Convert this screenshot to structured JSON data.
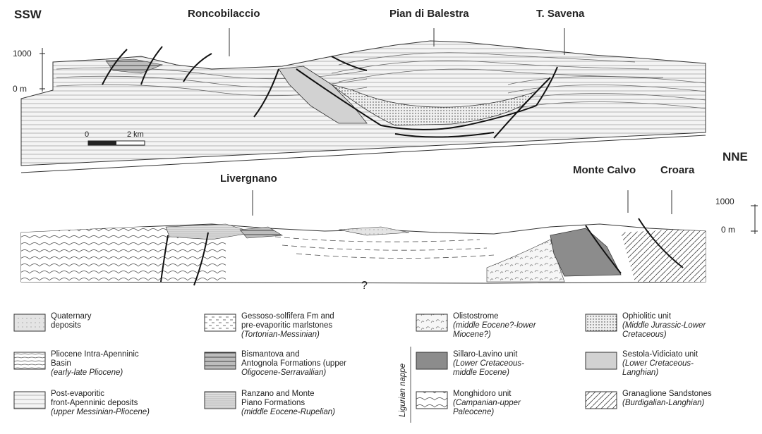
{
  "orientation": {
    "left": "SSW",
    "right": "NNE"
  },
  "places": {
    "roncobilaccio": "Roncobilaccio",
    "pian_di_balestra": "Pian di Balestra",
    "t_savena": "T. Savena",
    "livergnano": "Livergnano",
    "monte_calvo": "Monte Calvo",
    "croara": "Croara"
  },
  "scale": {
    "upper_top": "1000",
    "upper_bottom": "0 m",
    "lower_top": "1000",
    "lower_bottom": "0 m"
  },
  "scalebar": {
    "start": "0",
    "end": "2 km"
  },
  "unknown_mark": "?",
  "nappe_label": "Ligurian nappe",
  "legend": [
    {
      "line1": "Quaternary",
      "line2": "deposits",
      "line3": "",
      "pattern": "quaternary"
    },
    {
      "line1": "Pliocene Intra-Apenninic",
      "line2": "Basin",
      "line3": "(early-late Pliocene)",
      "pattern": "pliocene"
    },
    {
      "line1": "Post-evaporitic",
      "line2": "front-Apenninic deposits",
      "line3": "(upper Messinian-Pliocene)",
      "pattern": "postevap"
    },
    {
      "line1": "Gessoso-solfifera Fm and",
      "line2": "pre-evaporitic marlstones",
      "line3": "(Tortonian-Messinian)",
      "pattern": "gessoso"
    },
    {
      "line1": "Bismantova and",
      "line2": "Antognola Formations (upper",
      "line3": "Oligocene-Serravallian)",
      "pattern": "bismantova"
    },
    {
      "line1": "Ranzano and Monte",
      "line2": "Piano Formations",
      "line3": "(middle Eocene-Rupelian)",
      "pattern": "ranzano"
    },
    {
      "line1": "Olistostrome",
      "line2": "(middle Eocene?-lower",
      "line3": "Miocene?)",
      "pattern": "olisto"
    },
    {
      "line1": "Sillaro-Lavino unit",
      "line2": "(Lower Cretaceous-",
      "line3": "middle Eocene)",
      "pattern": "sillaro"
    },
    {
      "line1": "Monghidoro unit",
      "line2": "(Campanian-upper",
      "line3": "Paleocene)",
      "pattern": "monghidoro"
    },
    {
      "line1": "Ophiolitic unit",
      "line2": "(Middle Jurassic-Lower",
      "line3": "Cretaceous)",
      "pattern": "ophiolitic"
    },
    {
      "line1": "Sestola-Vidiciato unit",
      "line2": "(Lower Cretaceous-",
      "line3": "Langhian)",
      "pattern": "sestola"
    },
    {
      "line1": "Granaglione Sandstones",
      "line2": "(Burdigalian-Langhian)",
      "line3": "",
      "pattern": "granaglione"
    }
  ]
}
